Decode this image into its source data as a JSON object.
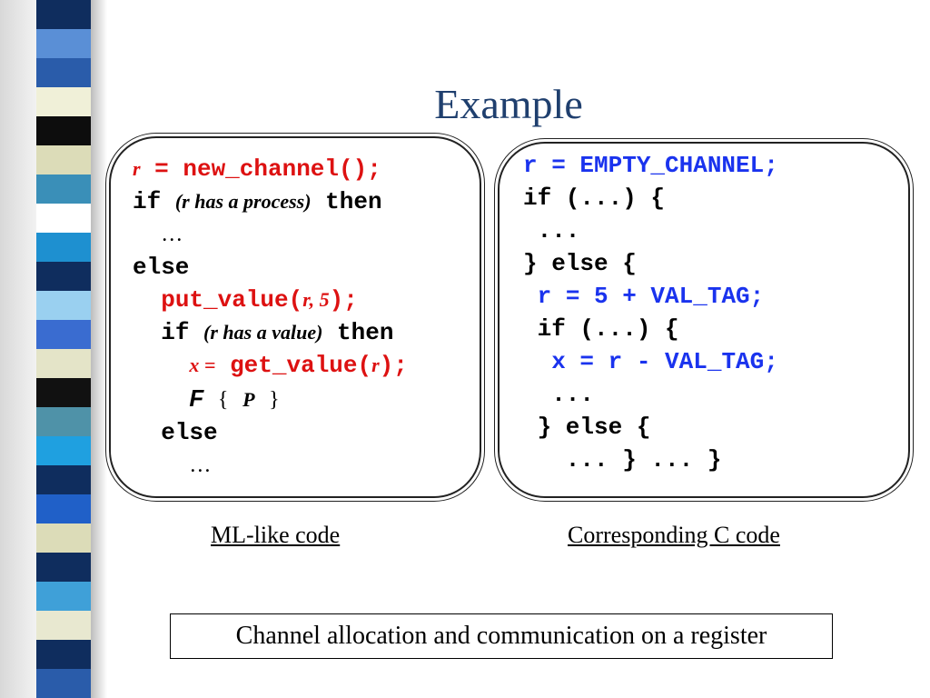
{
  "title": "Example",
  "ml_code": {
    "line1": {
      "var": "r",
      "rest": " = new_channel();"
    },
    "line2": {
      "kw_if": "if",
      "cond": "(r has a process)",
      "kw_then": "then"
    },
    "line3": "…",
    "line4": "else",
    "line5": {
      "call": "put_value(",
      "args": "r, 5",
      "close": ");"
    },
    "line6": {
      "kw_if": "if",
      "cond": "(r has a value)",
      "kw_then": "then"
    },
    "line7": {
      "lhs": "x =",
      "call": "get_value(",
      "arg": "r",
      "close": ");"
    },
    "line8": {
      "f": "F",
      "open": "{",
      "p": "P",
      "close": "}"
    },
    "line9": "else",
    "line10": "…"
  },
  "c_code": {
    "line1": "r = EMPTY_CHANNEL;",
    "line2": "if (...) {",
    "line3": " ...",
    "line4": "} else {",
    "line5": "r = 5 + VAL_TAG;",
    "line6": " if (...) {",
    "line7": "x = r - VAL_TAG;",
    "line8": "  ...",
    "line9": " } else {",
    "line10": "   ... } ... }"
  },
  "captions": {
    "ml": "ML-like code",
    "c": "Corresponding C code"
  },
  "summary": "Channel allocation and communication on a register",
  "colors": {
    "title": "#1f3f6e",
    "ml_highlight": "#dd1111",
    "c_highlight": "#1a33ee"
  },
  "stripe_colors": [
    "#0f2d5e",
    "#5a8fd6",
    "#2a5caa",
    "#f0f0d8",
    "#0d0d0d",
    "#dcdcb8",
    "#3a8fb8",
    "#ffffff",
    "#1e90d0",
    "#0f2d5e",
    "#9ad0f0",
    "#3a6cd0",
    "#e4e4c8",
    "#111111",
    "#4f92a8",
    "#1fa0e0",
    "#0f2d5e",
    "#2060c8",
    "#dcdcb8",
    "#0f2d5e",
    "#3fa0d8",
    "#e8e8d0",
    "#0f2d5e",
    "#2a5caa"
  ]
}
